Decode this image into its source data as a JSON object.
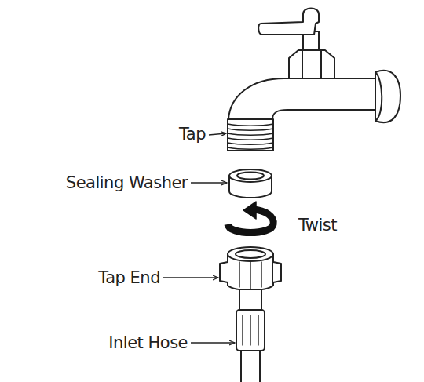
{
  "diagram": {
    "labels": [
      "Tap",
      "Sealing Washer",
      "Twist",
      "Tap End",
      "Inlet Hose"
    ]
  }
}
